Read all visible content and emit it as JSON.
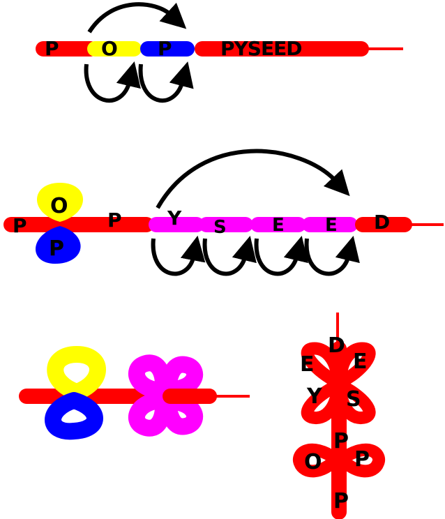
{
  "colors": {
    "operon_red": "#ff0000",
    "operator_yellow": "#ffff00",
    "promoter_blue": "#0000ff",
    "gene_magenta": "#ff00ff",
    "arrow_black": "#000000",
    "background": "#ffffff"
  },
  "row1": {
    "promoter_1": "P",
    "operator": "O",
    "promoter_2": "P",
    "genes": "PYSEED"
  },
  "row2": {
    "promoter_left": "P",
    "operator": "O",
    "promoter_bottom": "P",
    "promoter_mid": "P",
    "gene_y": "Y",
    "gene_s": "S",
    "gene_e1": "E",
    "gene_e2": "E",
    "gene_d": "D"
  },
  "row3_right": {
    "d": "D",
    "e_left": "E",
    "e_right": "E",
    "y": "Y",
    "s": "S",
    "p_top": "P",
    "o": "O",
    "p_right": "P",
    "p_bottom": "P"
  }
}
